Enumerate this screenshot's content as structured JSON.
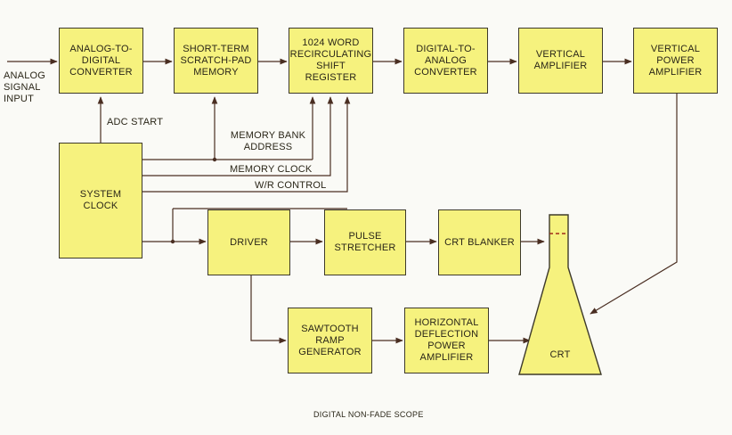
{
  "diagram": {
    "caption": "DIGITAL NON-FADE SCOPE",
    "input_label": "ANALOG\nSIGNAL\nINPUT",
    "blocks": {
      "adc": "ANALOG-TO-\nDIGITAL\nCONVERTER",
      "scratch": "SHORT-TERM\nSCRATCH-PAD\nMEMORY",
      "shift": "1024 WORD\nRECIRCULATING\nSHIFT REGISTER",
      "dac": "DIGITAL-TO-\nANALOG\nCONVERTER",
      "vamp": "VERTICAL\nAMPLIFIER",
      "vpower": "VERTICAL\nPOWER\nAMPLIFIER",
      "clock": "SYSTEM\nCLOCK",
      "driver": "DRIVER",
      "pulse": "PULSE\nSTRETCHER",
      "blanker": "CRT BLANKER",
      "sawtooth": "SAWTOOTH\nRAMP\nGENERATOR",
      "hdefl": "HORIZONTAL\nDEFLECTION\nPOWER\nAMPLIFIER",
      "crt": "CRT"
    },
    "signals": {
      "adc_start": "ADC START",
      "memory_bank": "MEMORY BANK\nADDRESS",
      "memory_clock": "MEMORY CLOCK",
      "wr_control": "W/R CONTROL"
    },
    "colors": {
      "block_fill": "#f6f27e",
      "line": "#4a2e22",
      "background": "#fafaf6"
    }
  }
}
